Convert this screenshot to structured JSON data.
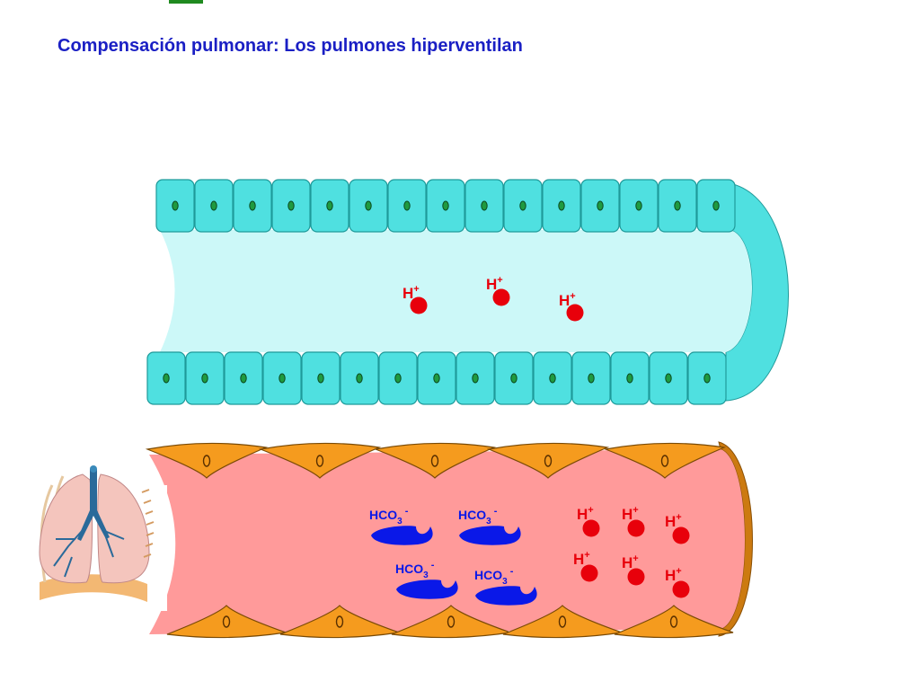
{
  "title": "Compensación pulmonar: Los pulmones hiperventilan",
  "labels": {
    "hydrogen": "H",
    "plus": "+",
    "bicarbonate": "HCO",
    "bicarbonate_sub": "3",
    "minus": "-"
  },
  "colors": {
    "title": "#1a1fc4",
    "tubule_cell": "#4fe0e0",
    "tubule_lumen": "#ccf8f8",
    "vessel_blood": "#ff9a9a",
    "endothelial_cell": "#f59b1e",
    "hydrogen_ion": "#e8000b",
    "bicarbonate": "#0a18e8"
  },
  "tubule_ion_count": 3,
  "vessel_hydrogen_count": 6,
  "vessel_bicarbonate_count": 4
}
